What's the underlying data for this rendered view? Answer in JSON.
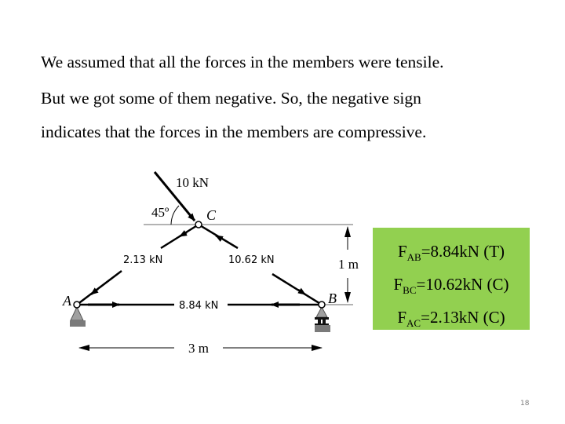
{
  "text": {
    "lines": [
      "We assumed that all the forces in the members were tensile.",
      "But we got some of them negative. So, the negative sign",
      "indicates that the forces in the members are compressive."
    ]
  },
  "diagram": {
    "load_label": "10 kN",
    "angle_label": "45º",
    "nodes": {
      "A": "A",
      "B": "B",
      "C": "C"
    },
    "member_labels": {
      "AC": "2.13 kN",
      "BC": "10.62 kN",
      "AB": "8.84 kN"
    },
    "dimensions": {
      "height": "1 m",
      "span": "3 m"
    }
  },
  "results": {
    "items": [
      {
        "symbol": "F",
        "sub": "AB",
        "value": "=8.84kN (T)"
      },
      {
        "symbol": "F",
        "sub": "BC",
        "value": "=10.62kN (C)"
      },
      {
        "symbol": "F",
        "sub": "AC",
        "value": "=2.13kN (C)"
      }
    ],
    "background": "#92d050"
  },
  "page_number": "18"
}
